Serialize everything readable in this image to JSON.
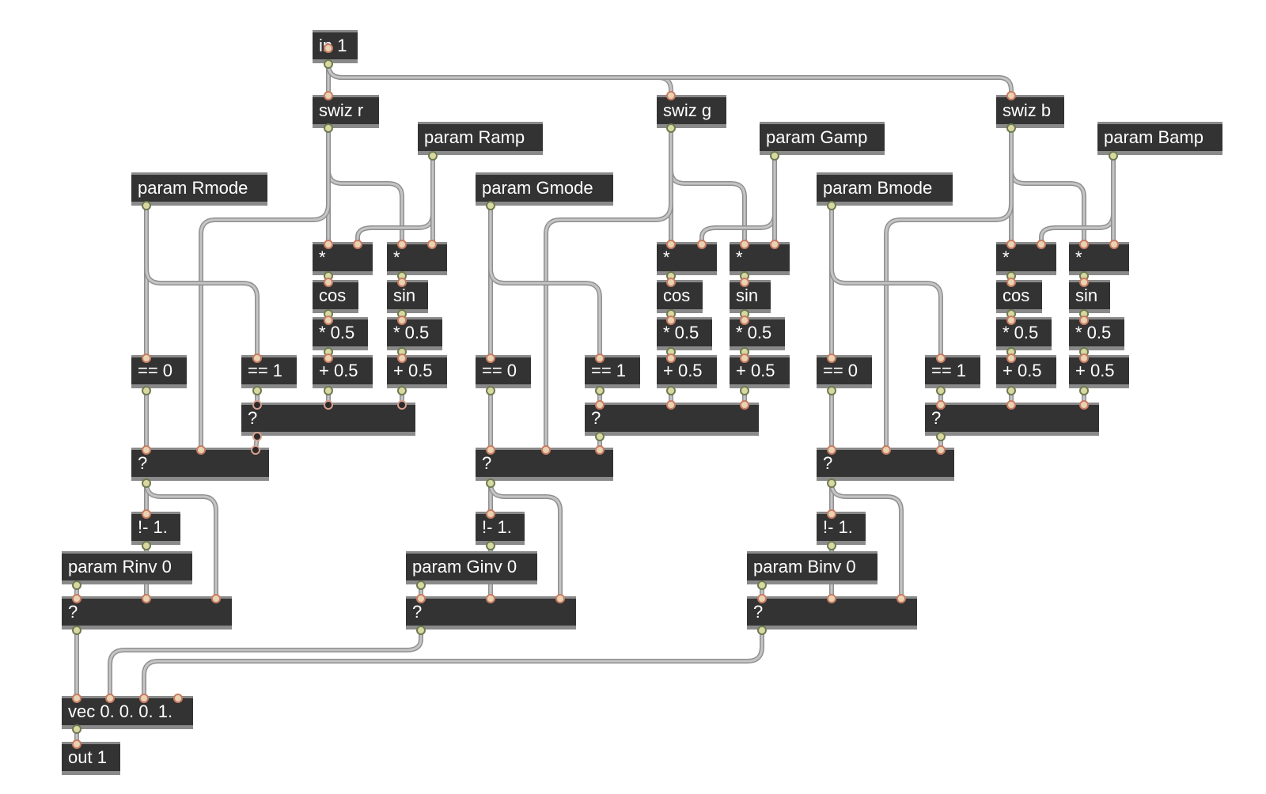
{
  "patcher": {
    "objects": [
      {
        "id": "in1",
        "label": "in 1"
      },
      {
        "id": "swiz_r",
        "label": "swiz r"
      },
      {
        "id": "swiz_g",
        "label": "swiz g"
      },
      {
        "id": "swiz_b",
        "label": "swiz b"
      },
      {
        "id": "ramp",
        "label": "param Ramp"
      },
      {
        "id": "gamp",
        "label": "param Gamp"
      },
      {
        "id": "bamp",
        "label": "param Bamp"
      },
      {
        "id": "rmode",
        "label": "param Rmode"
      },
      {
        "id": "gmode",
        "label": "param Gmode"
      },
      {
        "id": "bmode",
        "label": "param Bmode"
      },
      {
        "id": "mulA_r",
        "label": "*"
      },
      {
        "id": "mulB_r",
        "label": "*"
      },
      {
        "id": "mulA_g",
        "label": "*"
      },
      {
        "id": "mulB_g",
        "label": "*"
      },
      {
        "id": "mulA_b",
        "label": "*"
      },
      {
        "id": "mulB_b",
        "label": "*"
      },
      {
        "id": "cos_r",
        "label": "cos"
      },
      {
        "id": "sin_r",
        "label": "sin"
      },
      {
        "id": "cos_g",
        "label": "cos"
      },
      {
        "id": "sin_g",
        "label": "sin"
      },
      {
        "id": "cos_b",
        "label": "cos"
      },
      {
        "id": "sin_b",
        "label": "sin"
      },
      {
        "id": "mhA_r",
        "label": "* 0.5"
      },
      {
        "id": "mhB_r",
        "label": "* 0.5"
      },
      {
        "id": "mhA_g",
        "label": "* 0.5"
      },
      {
        "id": "mhB_g",
        "label": "* 0.5"
      },
      {
        "id": "mhA_b",
        "label": "* 0.5"
      },
      {
        "id": "mhB_b",
        "label": "* 0.5"
      },
      {
        "id": "phA_r",
        "label": "+ 0.5"
      },
      {
        "id": "phB_r",
        "label": "+ 0.5"
      },
      {
        "id": "phA_g",
        "label": "+ 0.5"
      },
      {
        "id": "phB_g",
        "label": "+ 0.5"
      },
      {
        "id": "phA_b",
        "label": "+ 0.5"
      },
      {
        "id": "phB_b",
        "label": "+ 0.5"
      },
      {
        "id": "eq0_r",
        "label": "== 0"
      },
      {
        "id": "eq1_r",
        "label": "== 1"
      },
      {
        "id": "eq0_g",
        "label": "== 0"
      },
      {
        "id": "eq1_g",
        "label": "== 1"
      },
      {
        "id": "eq0_b",
        "label": "== 0"
      },
      {
        "id": "eq1_b",
        "label": "== 1"
      },
      {
        "id": "q1_r",
        "label": "?"
      },
      {
        "id": "q1_g",
        "label": "?"
      },
      {
        "id": "q1_b",
        "label": "?"
      },
      {
        "id": "q2_r",
        "label": "?"
      },
      {
        "id": "q2_g",
        "label": "?"
      },
      {
        "id": "q2_b",
        "label": "?"
      },
      {
        "id": "inv_r",
        "label": "!- 1."
      },
      {
        "id": "inv_g",
        "label": "!- 1."
      },
      {
        "id": "inv_b",
        "label": "!- 1."
      },
      {
        "id": "rinv",
        "label": "param Rinv 0"
      },
      {
        "id": "ginv",
        "label": "param Ginv 0"
      },
      {
        "id": "binv",
        "label": "param Binv 0"
      },
      {
        "id": "q3_r",
        "label": "?"
      },
      {
        "id": "q3_g",
        "label": "?"
      },
      {
        "id": "q3_b",
        "label": "?"
      },
      {
        "id": "vec",
        "label": "vec 0. 0. 0. 1."
      },
      {
        "id": "out1",
        "label": "out 1"
      }
    ]
  },
  "colors": {
    "box": "#333333",
    "box_border": "#8a8a8a",
    "cord": "#a3a3a3",
    "text": "#ffffff"
  }
}
